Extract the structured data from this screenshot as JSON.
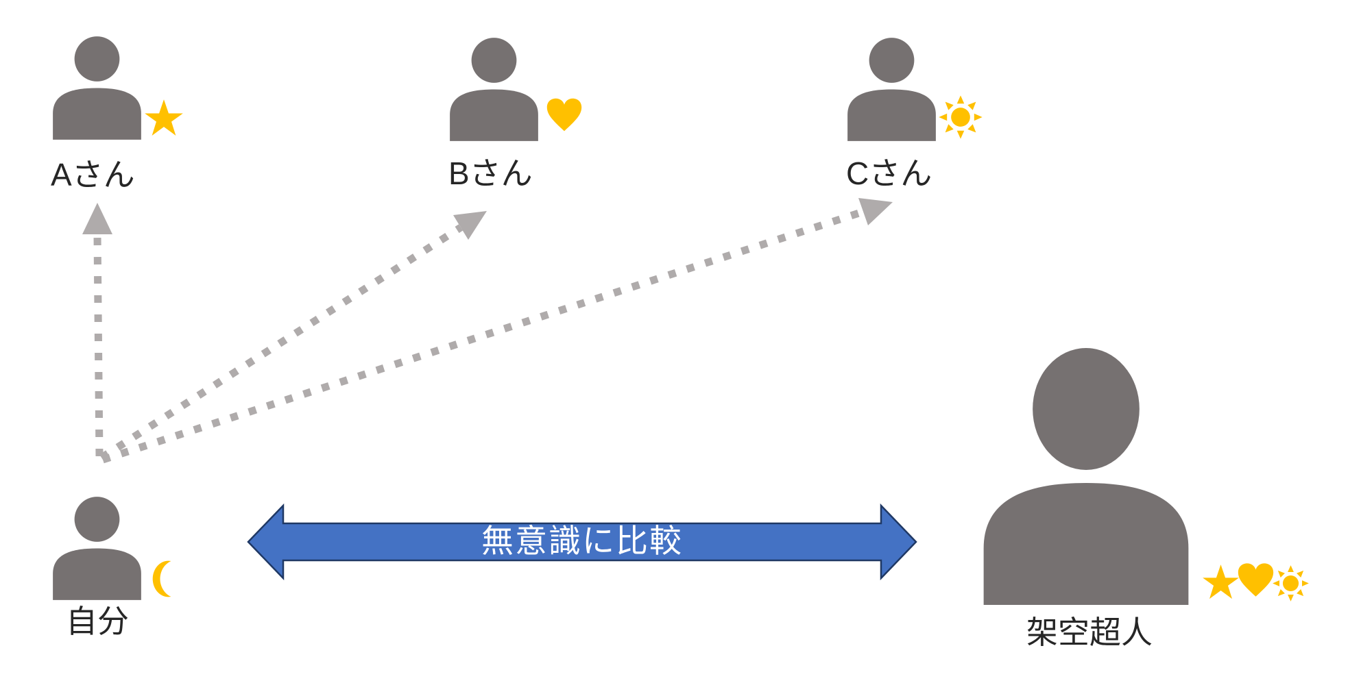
{
  "diagram": {
    "people": [
      {
        "id": "person-a",
        "label": "Aさん",
        "badges": [
          "star"
        ]
      },
      {
        "id": "person-b",
        "label": "Bさん",
        "badges": [
          "heart"
        ]
      },
      {
        "id": "person-c",
        "label": "Cさん",
        "badges": [
          "sun"
        ]
      },
      {
        "id": "self",
        "label": "自分",
        "badges": [
          "moon"
        ]
      },
      {
        "id": "superhuman",
        "label": "架空超人",
        "badges": [
          "star",
          "heart",
          "sun"
        ]
      }
    ],
    "comparison_arrow_label": "無意識に比較",
    "relations": [
      {
        "from": "self",
        "to": "person-a",
        "style": "dotted-gray-arrow"
      },
      {
        "from": "self",
        "to": "person-b",
        "style": "dotted-gray-arrow"
      },
      {
        "from": "self",
        "to": "person-c",
        "style": "dotted-gray-arrow"
      },
      {
        "from": "self",
        "to": "superhuman",
        "style": "blue-double-arrow",
        "label": "無意識に比較"
      }
    ],
    "colors": {
      "silhouette_gray": "#767171",
      "badge_gold": "#FFC000",
      "dotted_arrow_gray": "#AFABAB",
      "double_arrow_fill": "#4472C4",
      "double_arrow_border": "#1F3864",
      "label_text": "#262626",
      "arrow_label_text": "#FFFFFF",
      "background": "#FFFFFF"
    }
  }
}
